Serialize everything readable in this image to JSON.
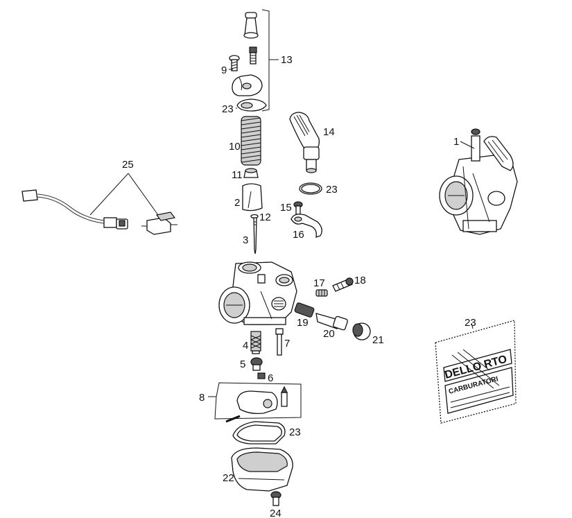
{
  "callouts": {
    "c1": "1",
    "c2": "2",
    "c3": "3",
    "c4": "4",
    "c5": "5",
    "c6": "6",
    "c7": "7",
    "c8": "8",
    "c9": "9",
    "c10": "10",
    "c11": "11",
    "c12": "12",
    "c13": "13",
    "c14": "14",
    "c15": "15",
    "c16": "16",
    "c17": "17",
    "c18": "18",
    "c19": "19",
    "c20": "20",
    "c21": "21",
    "c22": "22",
    "c23_top": "23",
    "c23_oring": "23",
    "c23_gasket": "23",
    "c23_bag": "23",
    "c24": "24",
    "c25": "25"
  },
  "bag": {
    "brand": "DELLO RTO",
    "subtitle": "CARBURATORI"
  }
}
